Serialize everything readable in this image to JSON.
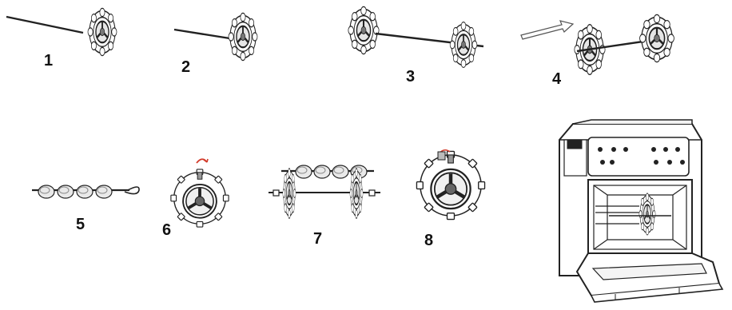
{
  "steps": [
    {
      "label": "1"
    },
    {
      "label": "2"
    },
    {
      "label": "3"
    },
    {
      "label": "4"
    },
    {
      "label": "5"
    },
    {
      "label": "6"
    },
    {
      "label": "7"
    },
    {
      "label": "8"
    }
  ],
  "colors": {
    "line": "#222222",
    "light_gray": "#cfcfcf",
    "arrow_red": "#d23a2a"
  },
  "icons": [
    "rotisserie-spit-icon",
    "forks-icon",
    "air-fryer-oven-icon",
    "insert-arrow-icon",
    "rotate-arrow-icon"
  ]
}
